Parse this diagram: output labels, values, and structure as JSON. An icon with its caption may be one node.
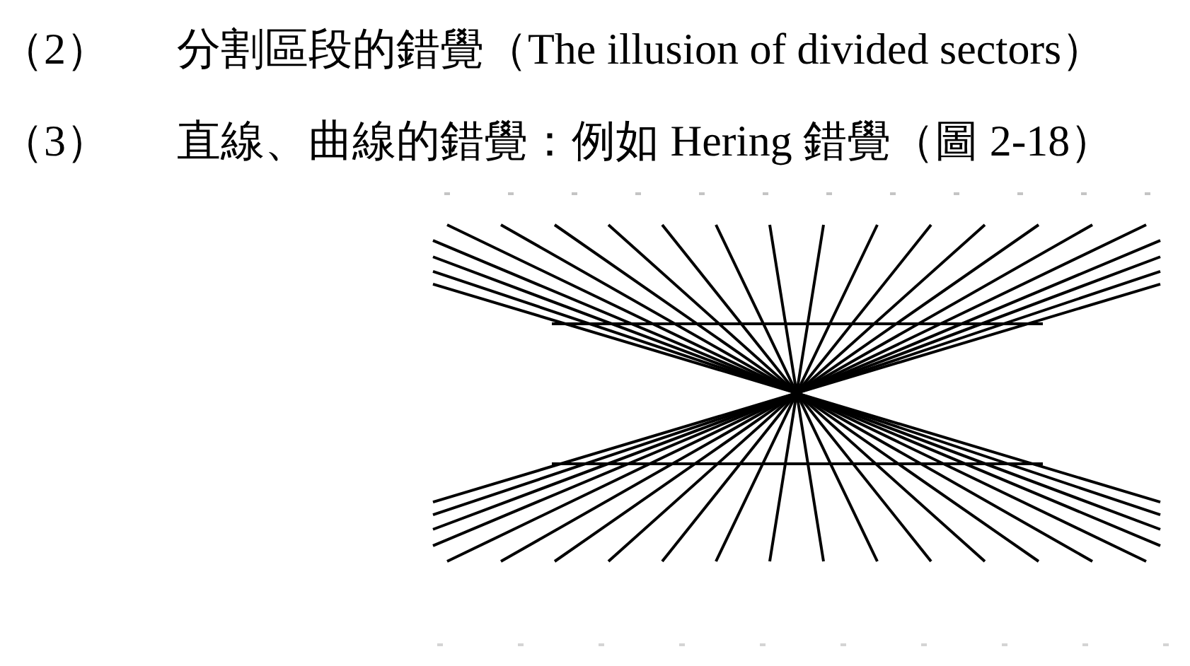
{
  "diagram": {
    "labels": [
      "（2）",
      "分割區段的錯覺（The illusion of divided sectors）",
      "（3）",
      "直線、曲線的錯覺：例如 Hering 錯覺（圖 2-18）"
    ]
  }
}
